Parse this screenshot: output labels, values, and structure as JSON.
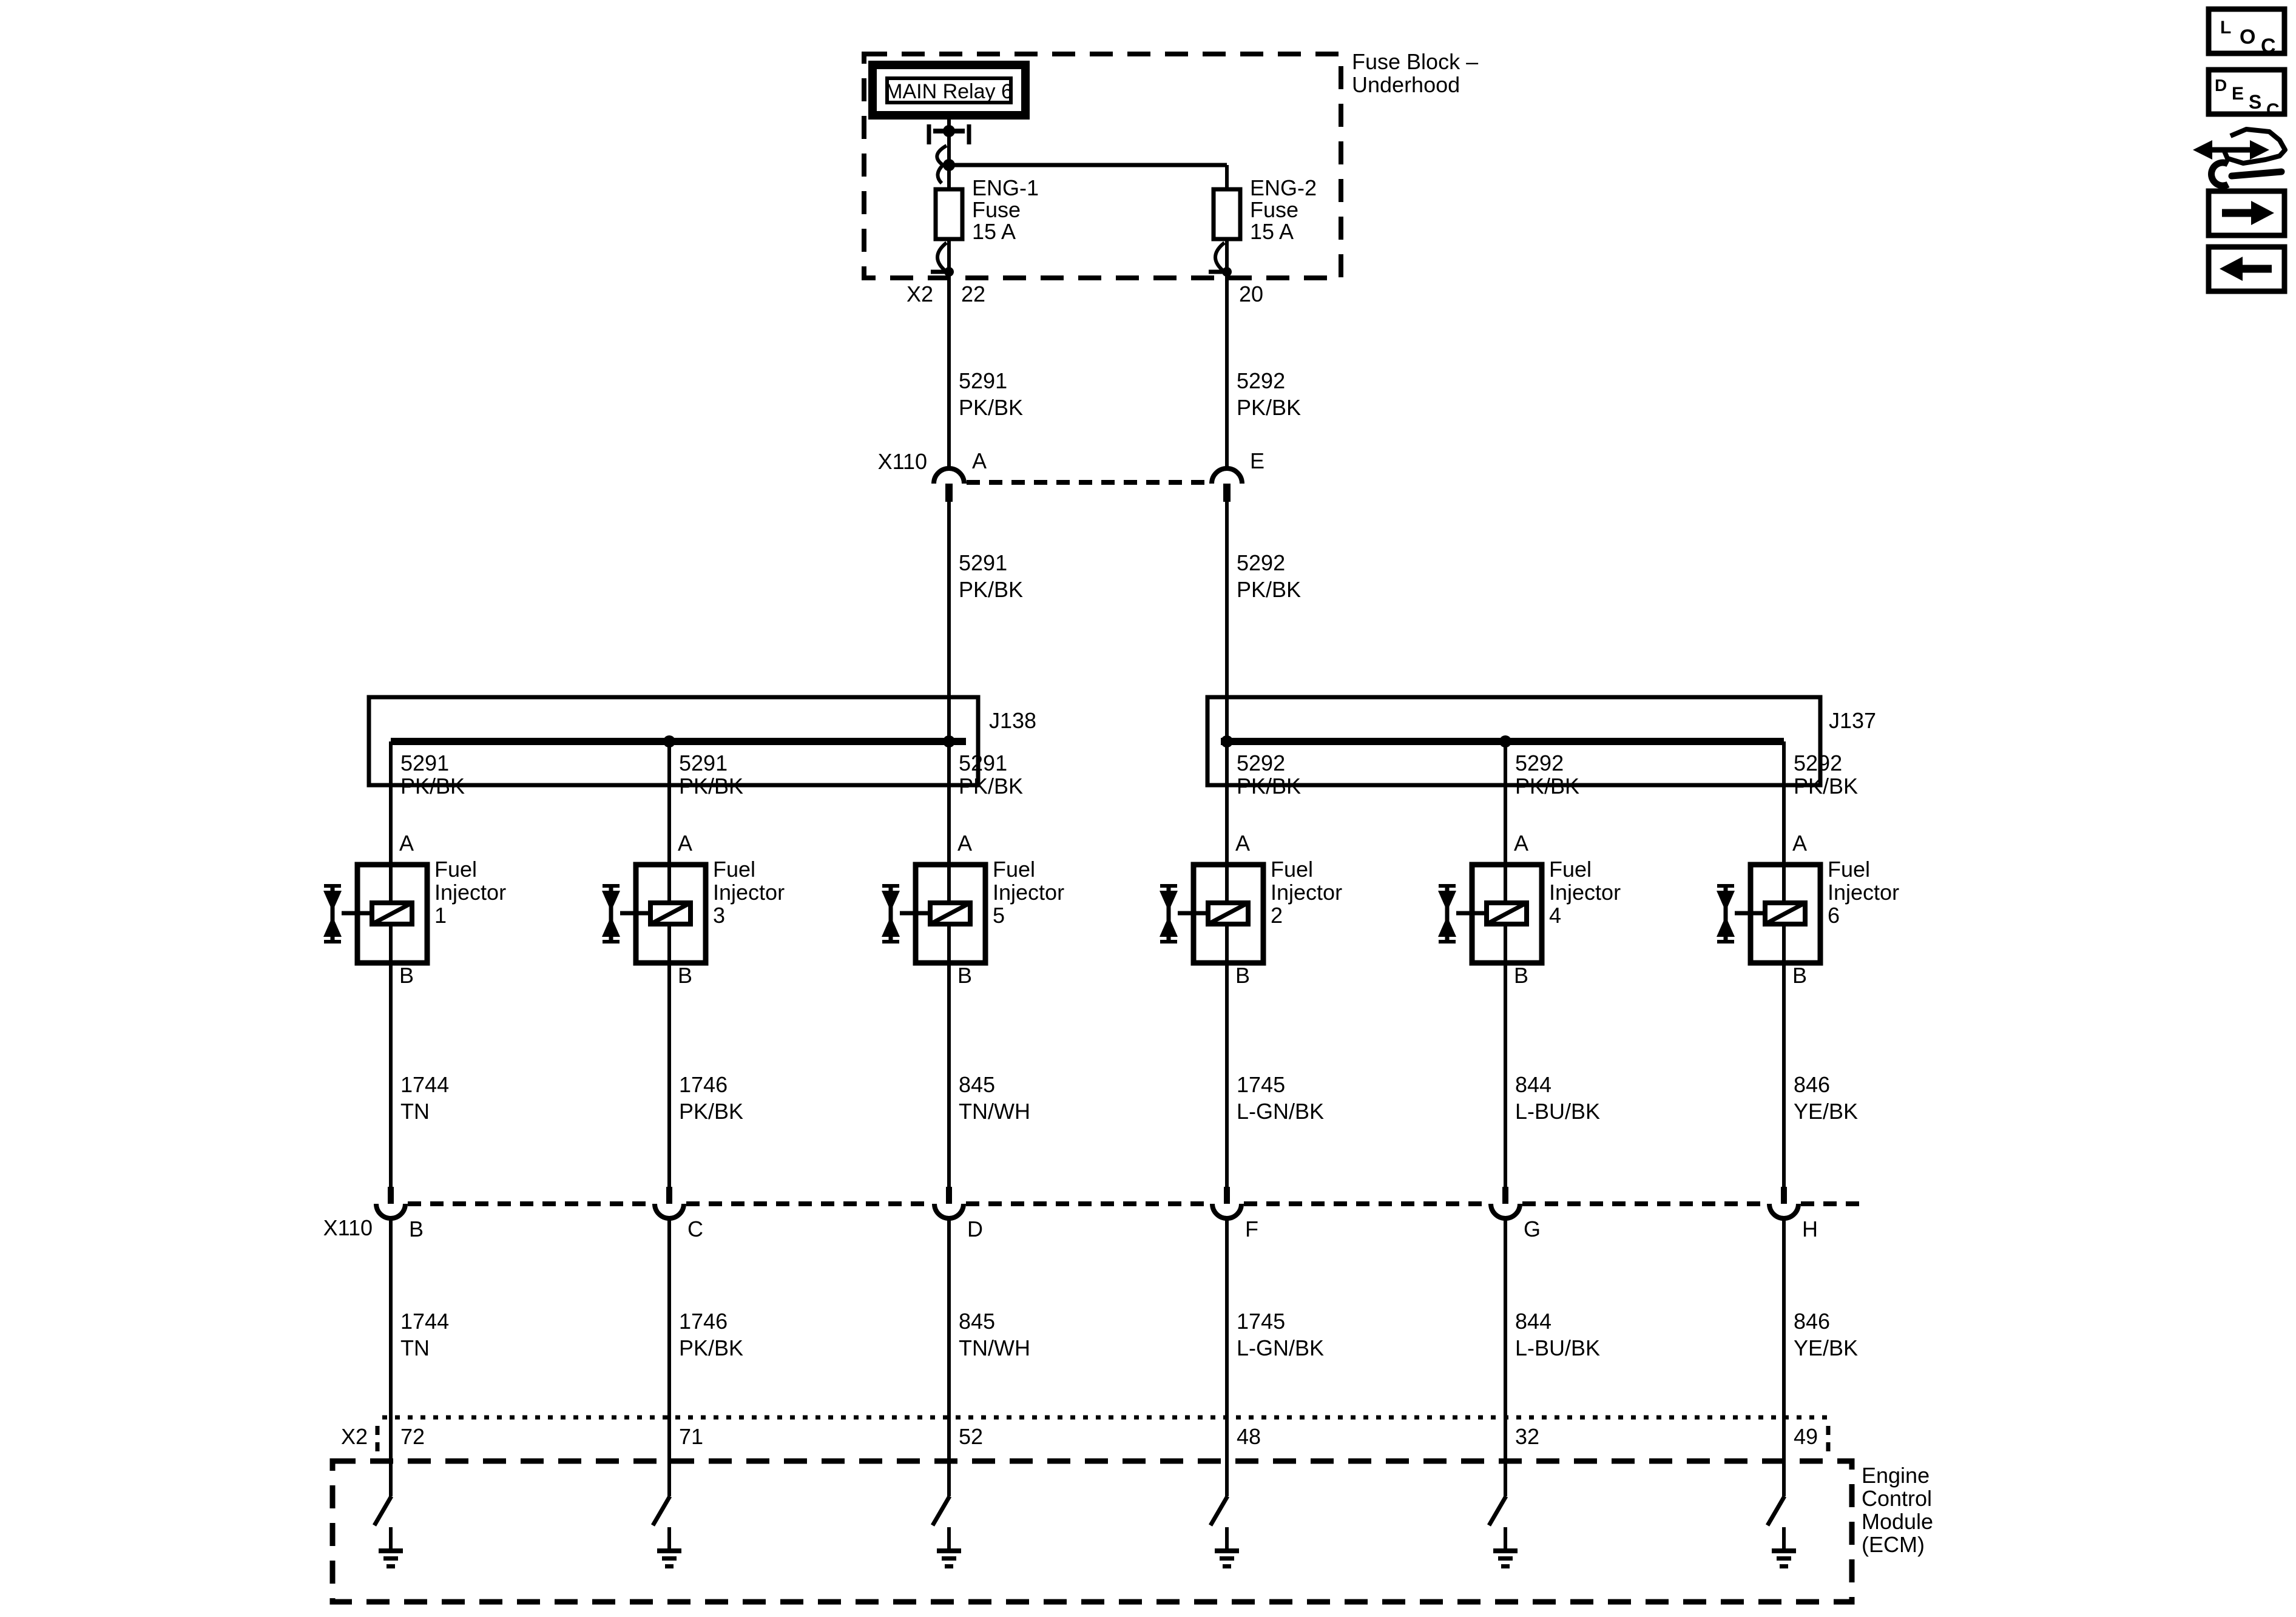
{
  "fuse_block": {
    "name_l1": "Fuse Block –",
    "name_l2": "Underhood",
    "relay": "MAIN Relay 6",
    "fuse_left": {
      "l1": "ENG-1",
      "l2": "Fuse",
      "l3": "15 A"
    },
    "fuse_right": {
      "l1": "ENG-2",
      "l2": "Fuse",
      "l3": "15 A"
    },
    "connector": "X2",
    "pin_left": "22",
    "pin_right": "20"
  },
  "feeds": {
    "left": {
      "circuit": "5291",
      "color": "PK/BK"
    },
    "right": {
      "circuit": "5292",
      "color": "PK/BK"
    }
  },
  "x110": {
    "label": "X110",
    "pin_feed_left": "A",
    "pin_feed_right": "E"
  },
  "junctions": {
    "left": "J138",
    "right": "J137"
  },
  "injectors": [
    {
      "name_l1": "Fuel",
      "name_l2": "Injector",
      "number": "1",
      "pin_in": "A",
      "pin_out": "B",
      "circuit": "1744",
      "color": "TN",
      "x110_pin": "B",
      "x2_pin": "72"
    },
    {
      "name_l1": "Fuel",
      "name_l2": "Injector",
      "number": "3",
      "pin_in": "A",
      "pin_out": "B",
      "circuit": "1746",
      "color": "PK/BK",
      "x110_pin": "C",
      "x2_pin": "71"
    },
    {
      "name_l1": "Fuel",
      "name_l2": "Injector",
      "number": "5",
      "pin_in": "A",
      "pin_out": "B",
      "circuit": "845",
      "color": "TN/WH",
      "x110_pin": "D",
      "x2_pin": "52"
    },
    {
      "name_l1": "Fuel",
      "name_l2": "Injector",
      "number": "2",
      "pin_in": "A",
      "pin_out": "B",
      "circuit": "1745",
      "color": "L-GN/BK",
      "x110_pin": "F",
      "x2_pin": "48"
    },
    {
      "name_l1": "Fuel",
      "name_l2": "Injector",
      "number": "4",
      "pin_in": "A",
      "pin_out": "B",
      "circuit": "844",
      "color": "L-BU/BK",
      "x110_pin": "G",
      "x2_pin": "32"
    },
    {
      "name_l1": "Fuel",
      "name_l2": "Injector",
      "number": "6",
      "pin_in": "A",
      "pin_out": "B",
      "circuit": "846",
      "color": "YE/BK",
      "x110_pin": "H",
      "x2_pin": "49"
    }
  ],
  "x2": {
    "label": "X2"
  },
  "ecm": {
    "name_l1": "Engine",
    "name_l2": "Control",
    "name_l3": "Module",
    "name_l4": "(ECM)"
  },
  "sidebar": {
    "loc": {
      "l1": "L",
      "l2": "O",
      "l3": "C"
    },
    "desc": {
      "l1": "D",
      "l2": "E",
      "l3": "S",
      "l4": "C"
    },
    "icons": {
      "service": "vehicle-service-icon",
      "next": "arrow-right-icon",
      "back": "arrow-left-icon"
    }
  }
}
